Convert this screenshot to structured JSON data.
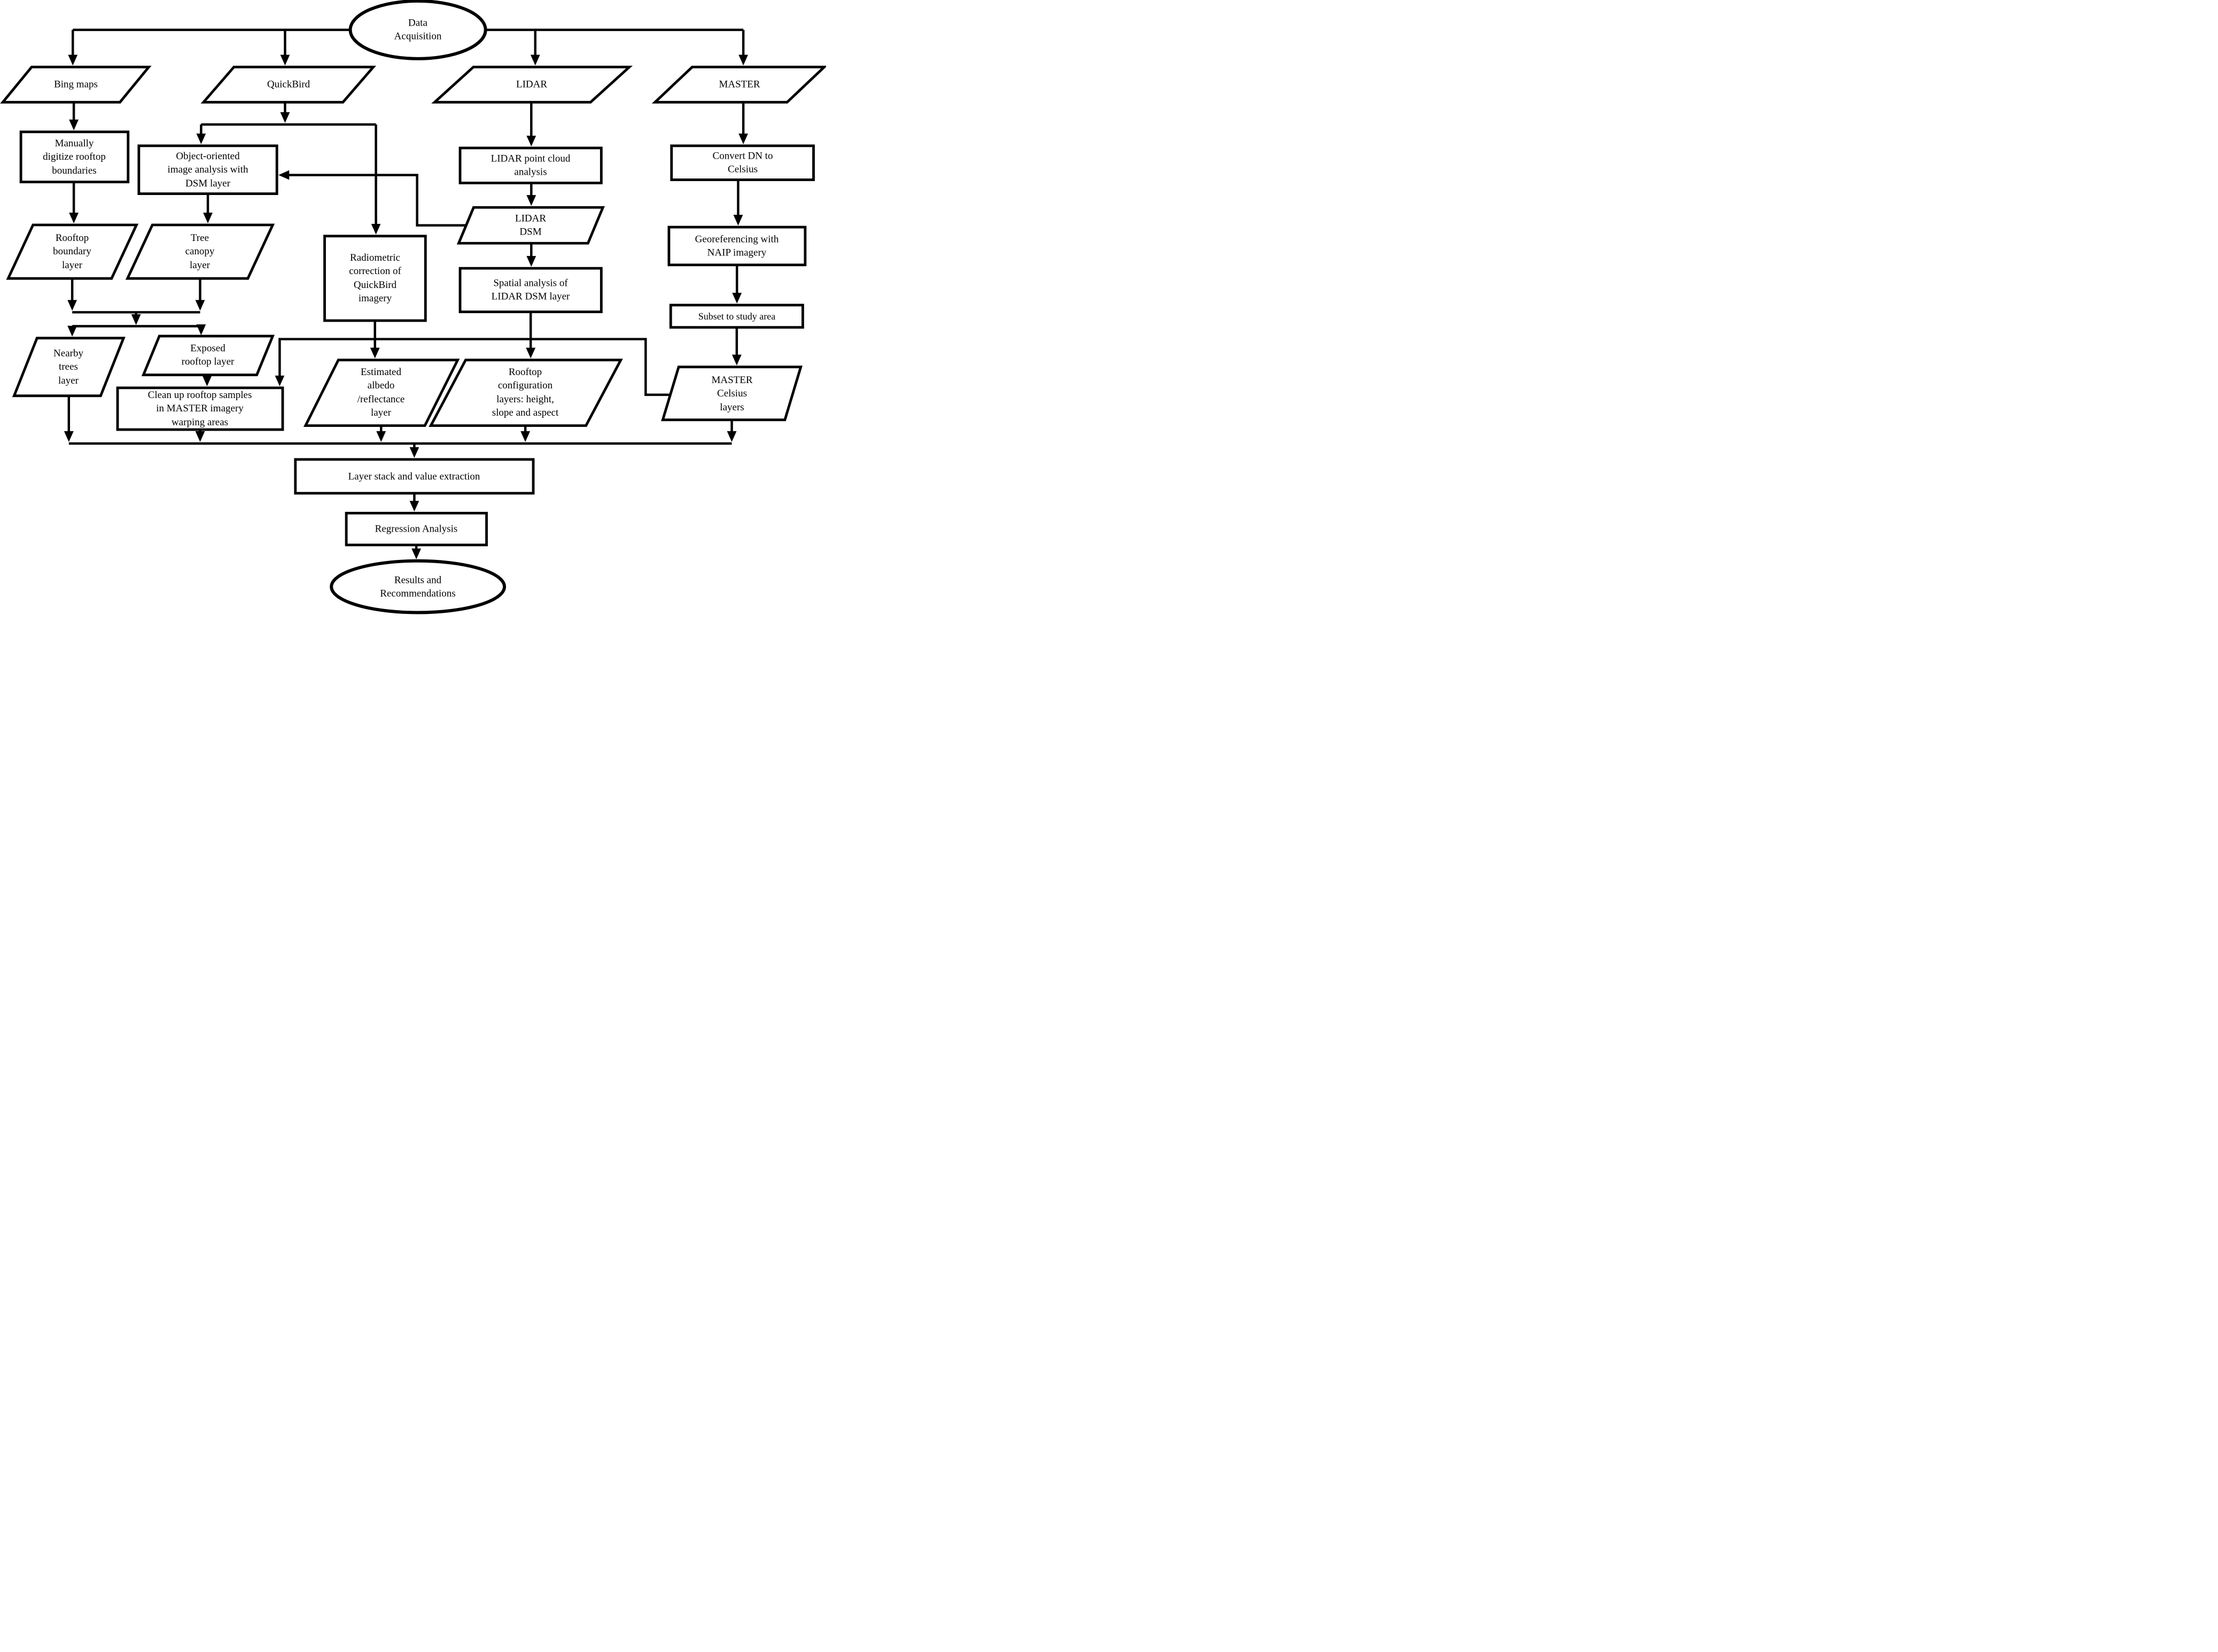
{
  "diagram": {
    "title": "Data acquisition and processing flowchart",
    "theme": {
      "background": "#ffffff",
      "line_color": "#000000",
      "shape_fill": "#ffffff",
      "text_color": "#000000"
    },
    "nodes": {
      "data_acquisition": {
        "type": "ellipse",
        "label": "Data\nAcquisition"
      },
      "bing": {
        "type": "parallelogram",
        "label": "Bing maps"
      },
      "quickbird": {
        "type": "parallelogram",
        "label": "QuickBird"
      },
      "lidar": {
        "type": "parallelogram",
        "label": "LIDAR"
      },
      "master": {
        "type": "parallelogram",
        "label": "MASTER"
      },
      "manually": {
        "type": "process",
        "label": "Manually\ndigitize rooftop\nboundaries"
      },
      "object_oriented": {
        "type": "process",
        "label": "Object-oriented\nimage analysis with\nDSM layer"
      },
      "point_cloud": {
        "type": "process",
        "label": "LIDAR point cloud\nanalysis"
      },
      "convert_dn": {
        "type": "process",
        "label": "Convert DN to\nCelsius"
      },
      "roof_boundary": {
        "type": "parallelogram",
        "label": "Rooftop\nboundary\nlayer"
      },
      "tree_canopy": {
        "type": "parallelogram",
        "label": "Tree\ncanopy\nlayer"
      },
      "lidar_dsm": {
        "type": "parallelogram",
        "label": "LIDAR\nDSM"
      },
      "georeferencing": {
        "type": "process",
        "label": "Georeferencing with\nNAIP imagery"
      },
      "radiometric": {
        "type": "process",
        "label": "Radiometric\ncorrection of\nQuickBird\nimagery"
      },
      "spatial": {
        "type": "process",
        "label": "Spatial analysis of\nLIDAR DSM layer"
      },
      "subset": {
        "type": "process",
        "label": "Subset to study area"
      },
      "nearby_trees": {
        "type": "parallelogram",
        "label": "Nearby\ntrees\nlayer"
      },
      "exposed_rooftop": {
        "type": "parallelogram",
        "label": "Exposed\nrooftop layer"
      },
      "cleanup": {
        "type": "process",
        "label": "Clean up rooftop samples\nin MASTER imagery\nwarping areas"
      },
      "albedo": {
        "type": "parallelogram",
        "label": "Estimated\nalbedo\n/reflectance\nlayer"
      },
      "roof_config": {
        "type": "parallelogram",
        "label": "Rooftop\nconfiguration\nlayers: height,\nslope and aspect"
      },
      "master_celsius": {
        "type": "parallelogram",
        "label": "MASTER\nCelsius\nlayers"
      },
      "layer_stack": {
        "type": "process",
        "label": "Layer stack and value extraction"
      },
      "regression": {
        "type": "process",
        "label": "Regression Analysis"
      },
      "results": {
        "type": "ellipse",
        "label": "Results and\nRecommendations"
      }
    }
  }
}
